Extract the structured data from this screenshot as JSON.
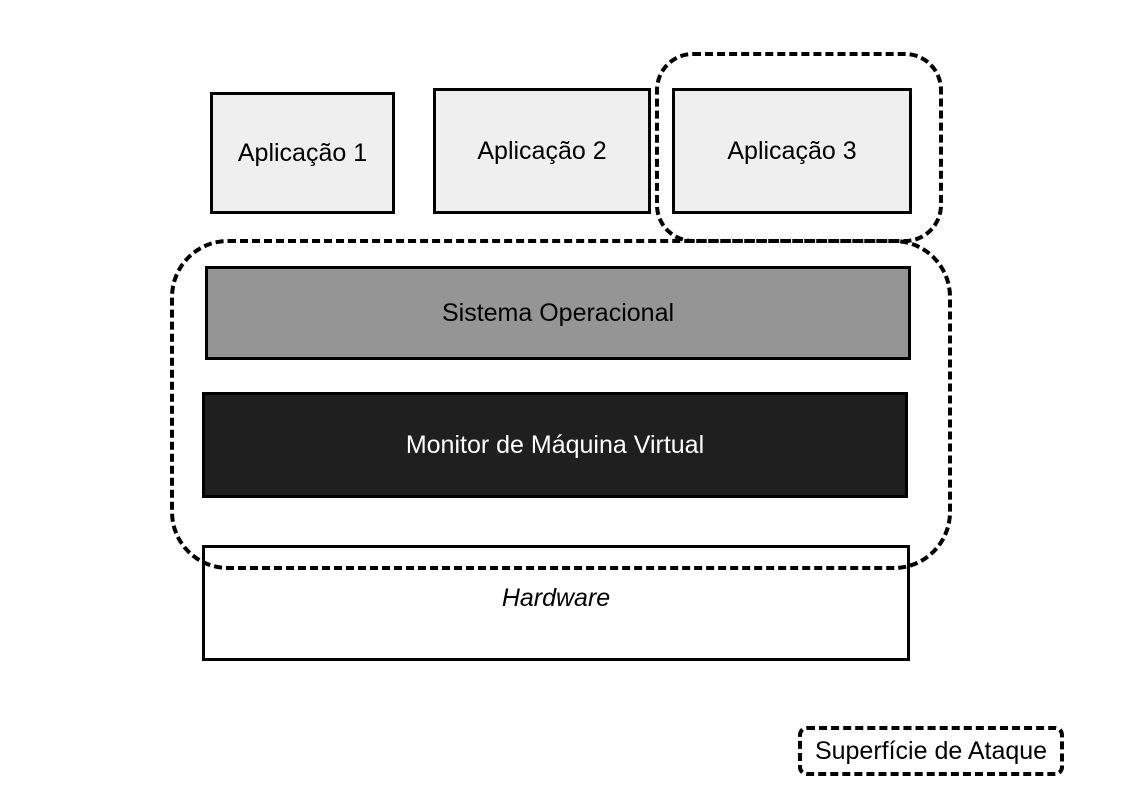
{
  "diagram": {
    "applications": [
      {
        "label": "Aplicação 1"
      },
      {
        "label": "Aplicação 2"
      },
      {
        "label": "Aplicação 3"
      }
    ],
    "operating_system": {
      "label": "Sistema Operacional"
    },
    "vmm": {
      "label": "Monitor de Máquina Virtual"
    },
    "hardware": {
      "label": "Hardware"
    },
    "legend": {
      "label": "Superfície de Ataque"
    }
  },
  "colors": {
    "application_fill": "#efefef",
    "os_fill": "#959595",
    "vmm_fill": "#1f1f1f",
    "hardware_fill": "#ffffff",
    "border": "#000000"
  }
}
